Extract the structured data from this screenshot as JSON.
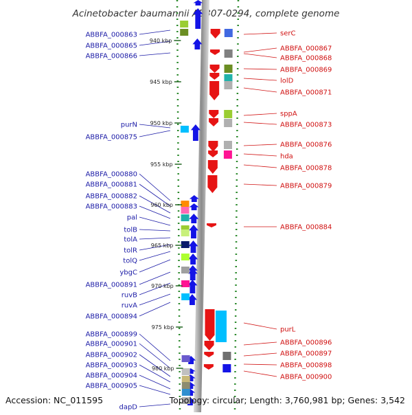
{
  "title": "Acinetobacter baumannii AB307-0294, complete genome",
  "footer": {
    "accession": "Accession: NC_011595",
    "stats": "Topology: circular; Length: 3,760,981 bp; Genes: 3,542"
  },
  "colors": {
    "forward_arrow": "#1414e6",
    "reverse_arrow": "#e61414",
    "left_label": "#1a1aa6",
    "right_label": "#d01010",
    "tick_mark": "#2e8b2e",
    "backbone": "#a8a8a8"
  },
  "ticks": [
    "940 kbp",
    "945 kbp",
    "950 kbp",
    "955 kbp",
    "960 kbp",
    "965 kbp",
    "970 kbp",
    "975 kbp",
    "980 kbp"
  ],
  "left_labels": [
    "ABBFA_000863",
    "ABBFA_000865",
    "ABBFA_000866",
    "purN",
    "ABBFA_000875",
    "ABBFA_000880",
    "ABBFA_000881",
    "ABBFA_000882",
    "ABBFA_000883",
    "pal",
    "tolB",
    "tolA",
    "tolR",
    "tolQ",
    "ybgC",
    "ABBFA_000891",
    "ruvB",
    "ruvA",
    "ABBFA_000894",
    "ABBFA_000899",
    "ABBFA_000901",
    "ABBFA_000902",
    "ABBFA_000903",
    "ABBFA_000904",
    "ABBFA_000905",
    "dapD"
  ],
  "right_labels": [
    "serC",
    "ABBFA_000867",
    "ABBFA_000868",
    "ABBFA_000869",
    "lolD",
    "ABBFA_000871",
    "sppA",
    "ABBFA_000873",
    "ABBFA_000876",
    "hda",
    "ABBFA_000878",
    "ABBFA_000879",
    "ABBFA_000884",
    "purL",
    "ABBFA_000896",
    "ABBFA_000897",
    "ABBFA_000898",
    "ABBFA_000900"
  ]
}
